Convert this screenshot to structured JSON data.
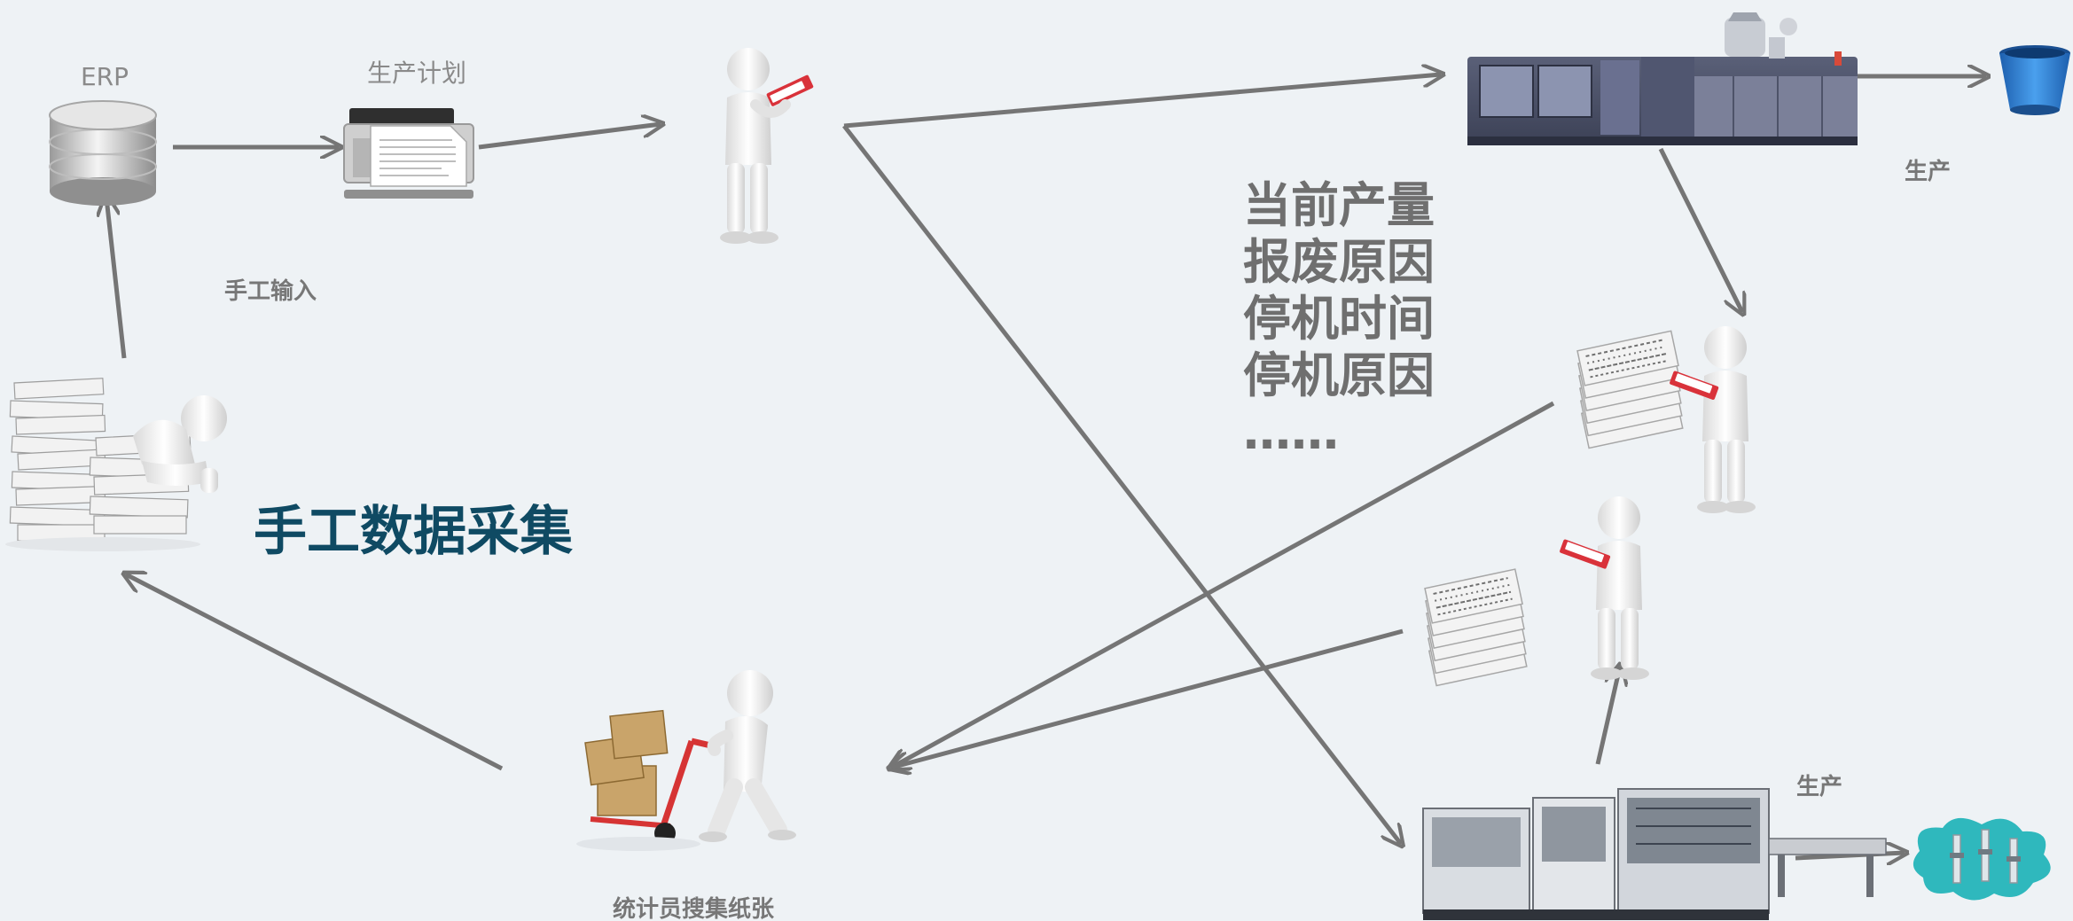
{
  "labels": {
    "erp": "ERP",
    "production_plan": "生产计划",
    "manual_input": "手工输入",
    "main_title": "手工数据采集",
    "statistician": "统计员搜集纸张",
    "production_top": "生产",
    "production_bottom": "生产"
  },
  "data_items": [
    "当前产量",
    "报废原因",
    "停机时间",
    "停机原因",
    "……"
  ],
  "colors": {
    "arrow": "#757575",
    "title": "#0f4a63",
    "text": "#777777",
    "bucket": "#2a7bd0",
    "teal_product": "#2fb8bd",
    "background": "#eef2f5"
  },
  "icons": [
    "database-icon",
    "document-tray-icon",
    "person-with-clipboard-icon",
    "injection-molding-machine-icon",
    "bucket-icon",
    "paper-stack-icon",
    "person-on-papers-icon",
    "hand-truck-icon",
    "assembly-line-machine-icon",
    "teal-product-icon"
  ]
}
